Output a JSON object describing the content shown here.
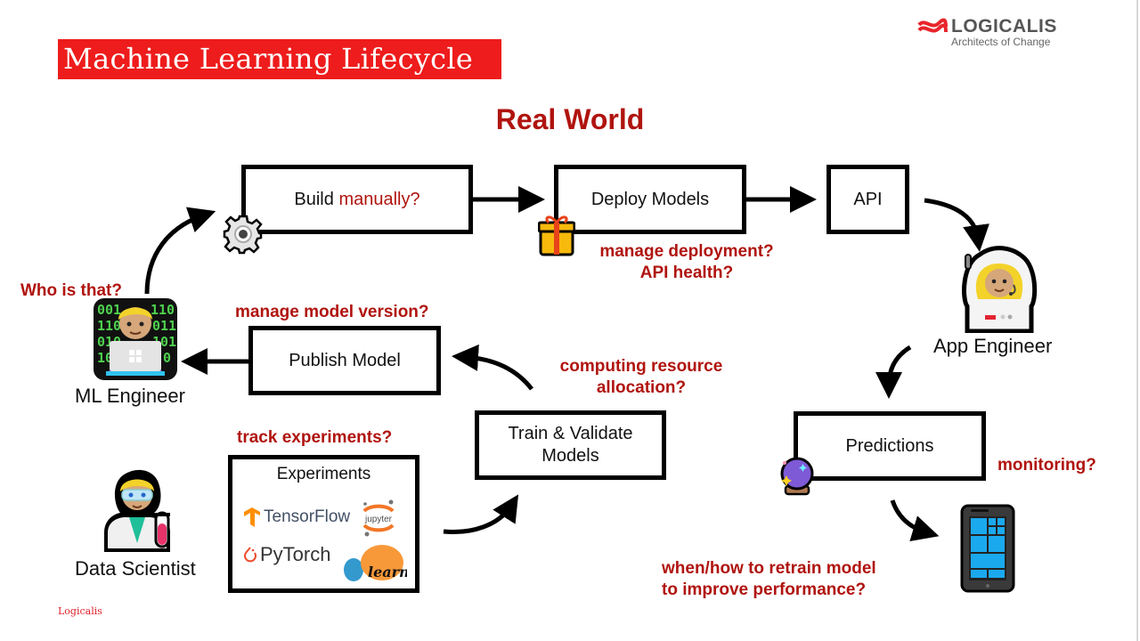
{
  "header": {
    "title": "Machine Learning Lifecycle",
    "logo": {
      "name": "LOGICALIS",
      "tagline": "Architects of Change",
      "icon": "logicalis-swirl-icon"
    }
  },
  "section_title": "Real World",
  "boxes": {
    "build": {
      "label_prefix": "Build",
      "label_highlight": "manually?"
    },
    "deploy": {
      "label": "Deploy Models"
    },
    "api": {
      "label": "API"
    },
    "publish": {
      "label": "Publish Model"
    },
    "train": {
      "label_line1": "Train & Validate",
      "label_line2": "Models"
    },
    "predictions": {
      "label": "Predictions"
    },
    "experiments": {
      "title": "Experiments",
      "tools": [
        "TensorFlow",
        "PyTorch",
        "jupyter",
        "learn"
      ]
    }
  },
  "questions": {
    "who": "Who is that?",
    "deployment_line1": "manage deployment?",
    "deployment_line2": "API health?",
    "model_version": "manage model version?",
    "compute_line1": "computing resource",
    "compute_line2": "allocation?",
    "experiments": "track experiments?",
    "monitoring": "monitoring?",
    "retrain_line1": "when/how to retrain model",
    "retrain_line2": "to improve performance?"
  },
  "roles": {
    "ml_engineer": "ML Engineer",
    "app_engineer": "App Engineer",
    "data_scientist": "Data Scientist"
  },
  "icons": {
    "gear": "gear-icon",
    "gift": "gift-icon",
    "crystal_ball": "crystal-ball-icon",
    "phone": "mobile-phone-icon",
    "ml_engineer": "technologist-icon",
    "app_engineer": "astronaut-icon",
    "data_scientist": "scientist-icon"
  },
  "colors": {
    "brand_red": "#ee1c1c",
    "question_red": "#b0140f",
    "box_border": "#000000"
  },
  "footer": "Logicalis"
}
